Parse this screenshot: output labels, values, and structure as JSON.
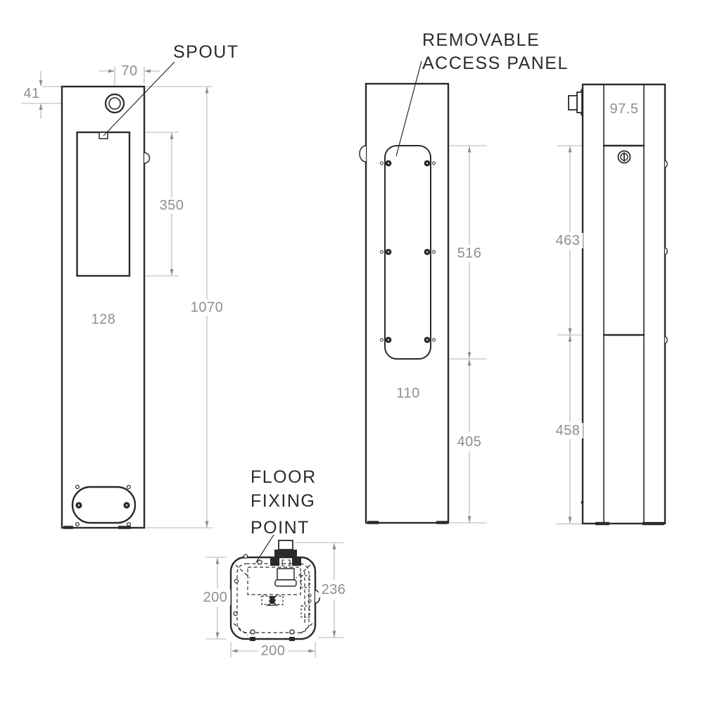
{
  "annotations": {
    "spout": "SPOUT",
    "access_panel_line1": "REMOVABLE",
    "access_panel_line2": "ACCESS PANEL",
    "floor_fixing_line1": "FLOOR",
    "floor_fixing_line2": "FIXING",
    "floor_fixing_line3": "POINT"
  },
  "dimensions": {
    "front_view": {
      "spout_center_to_edge": "70",
      "top_to_spout_center": "41",
      "recess_height": "350",
      "recess_width": "128",
      "overall_height": "1070"
    },
    "rear_view": {
      "access_panel_height": "516",
      "access_panel_width": "110",
      "panel_bottom_to_floor": "405"
    },
    "side_view": {
      "front_panel_width": "97.5",
      "upper_section_height": "463",
      "lower_section_height": "458"
    },
    "plan_view": {
      "body_depth": "200",
      "overall_depth_with_spout": "236",
      "body_width": "200"
    }
  },
  "colors": {
    "outline": "#2a2a2a",
    "dimension_line": "#b4b4b4",
    "dimension_text": "#8f8f8f",
    "annotation_text": "#2b2b2b",
    "background": "#ffffff"
  }
}
